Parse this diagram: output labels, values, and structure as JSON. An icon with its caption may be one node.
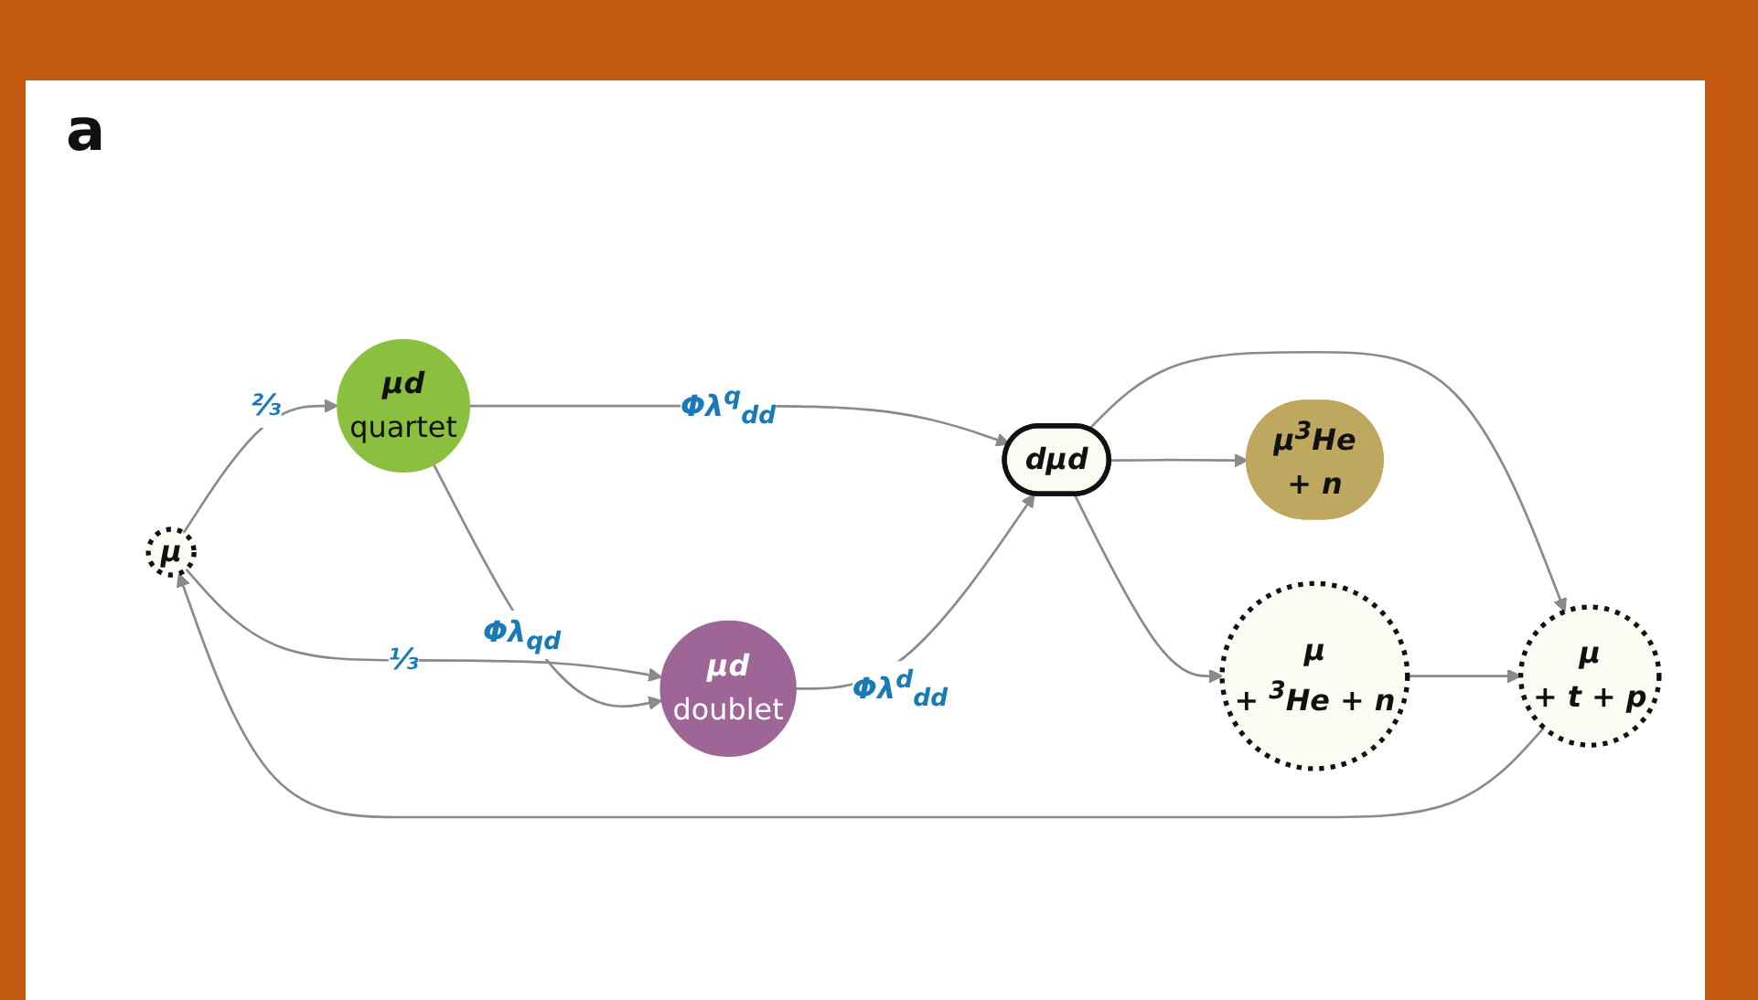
{
  "diagram": {
    "nodes": [
      {
        "text": [
          "μ"
        ]
      },
      {
        "text": [
          "μd",
          "quartet"
        ]
      },
      {
        "text": [
          "μd",
          "doublet"
        ]
      },
      {
        "text": [
          "dμd"
        ]
      },
      {
        "text": [
          "μ",
          "+ t + p"
        ]
      },
      {
        "text": [
          "μ",
          "+ $^{3}$He + n"
        ]
      },
      {
        "text": [
          "μ$^{3}$He",
          "+ n"
        ]
      }
    ],
    "edges": [
      {
        "from": 0,
        "to": 1,
        "arrow": "to",
        "label": "⅔"
      },
      {
        "from": 0,
        "to": 2,
        "arrow": "to",
        "label": "⅓"
      },
      {
        "from": 1,
        "to": 2,
        "arrow": "to",
        "label": "Φλ$_{qd}$"
      },
      {
        "from": 1,
        "to": 3,
        "arrow": "to",
        "label": "Φλ$^{q}$$_{dd}$"
      },
      {
        "from": 2,
        "to": 3,
        "arrow": "to",
        "label": "Φλ$^{d}$$_{dd}$"
      },
      {
        "from": 3,
        "to": 4,
        "arrow": "to"
      },
      {
        "from": 3,
        "to": 5,
        "arrow": "to"
      },
      {
        "from": 3,
        "to": 6,
        "arrow": "to"
      },
      {
        "from": 5,
        "to": 4,
        "arrow": "to"
      },
      {
        "from": 4,
        "to": 0,
        "arrow": "to"
      }
    ],
    "labels": [
      "a"
    ]
  }
}
